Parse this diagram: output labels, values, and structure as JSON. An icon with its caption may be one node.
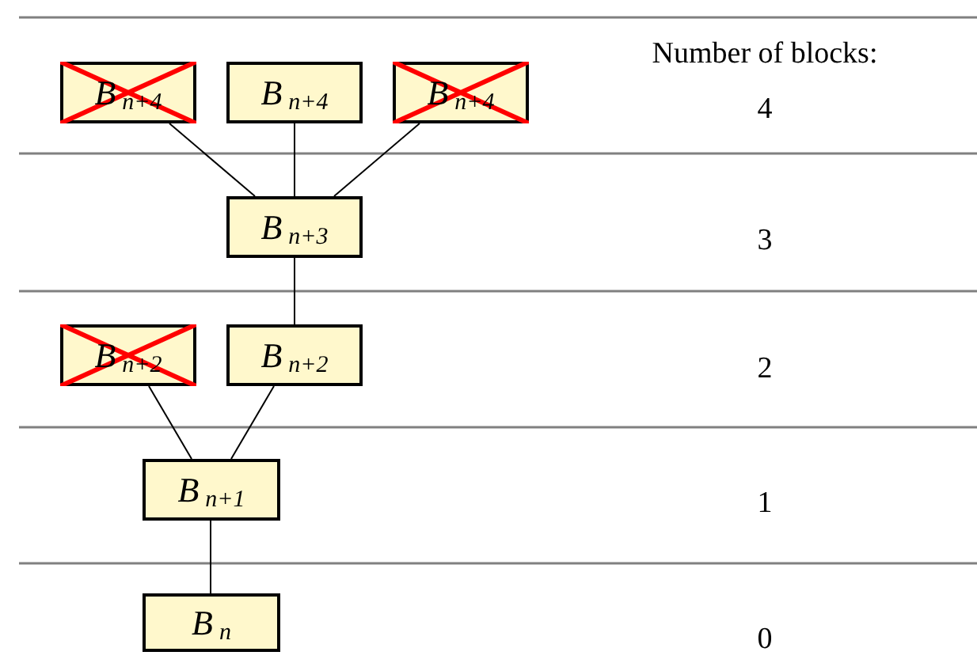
{
  "diagram": {
    "nodes": [
      {
        "text": [
          "*B*$_{n+4}$"
        ]
      },
      {
        "text": [
          "*B*$_{n+4}$"
        ]
      },
      {
        "text": [
          "*B*$_{n+4}$"
        ]
      },
      {
        "text": [
          "*B*$_{n+3}$"
        ]
      },
      {
        "text": [
          "*B*$_{n+2}$"
        ]
      },
      {
        "text": [
          "*B*$_{n+2}$"
        ]
      },
      {
        "text": [
          "*B*$_{n+1}$"
        ]
      },
      {
        "text": [
          "*B*$_{n}$"
        ]
      }
    ],
    "edges": [
      {
        "from": 0,
        "to": 3,
        "arrow": "none"
      },
      {
        "from": 1,
        "to": 3,
        "arrow": "none"
      },
      {
        "from": 2,
        "to": 3,
        "arrow": "none"
      },
      {
        "from": 3,
        "to": 5,
        "arrow": "none"
      },
      {
        "from": 4,
        "to": 6,
        "arrow": "none"
      },
      {
        "from": 5,
        "to": 6,
        "arrow": "none"
      },
      {
        "from": 6,
        "to": 7,
        "arrow": "none"
      }
    ],
    "labels": [
      "Number of blocks:",
      "4",
      "3",
      "2",
      "1",
      "0"
    ]
  }
}
